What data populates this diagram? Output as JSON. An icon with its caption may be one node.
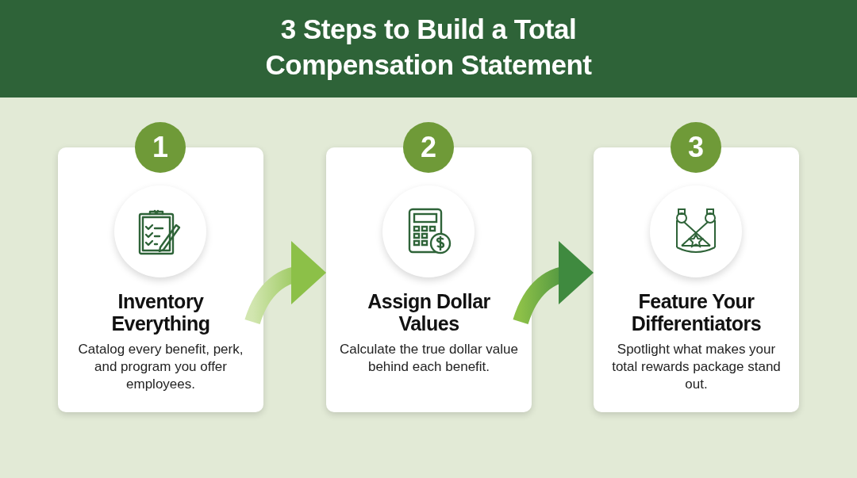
{
  "diagram": {
    "title": "3 Steps to Build a Total Compensation Statement",
    "nodes": [
      {
        "text": [
          "1",
          "Inventory Everything",
          "Catalog every benefit, perk, and program you offer employees."
        ]
      },
      {
        "text": [
          "2",
          "Assign Dollar Values",
          "Calculate the true dollar value behind each benefit."
        ]
      },
      {
        "text": [
          "3",
          "Feature Your Differentiators",
          "Spotlight what makes your total rewards package stand out."
        ]
      }
    ],
    "edges": [
      {
        "from": 0,
        "to": 1,
        "arrow": "to"
      },
      {
        "from": 1,
        "to": 2,
        "arrow": "to",
        "color": "#3f8a3f"
      }
    ]
  }
}
